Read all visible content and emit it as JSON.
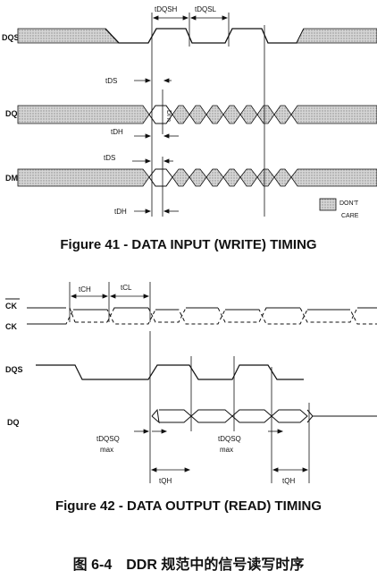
{
  "write": {
    "signals": [
      "DQS",
      "DQ",
      "DM"
    ],
    "timing_labels": {
      "tdqsh": "tDQSH",
      "tdqsl": "tDQSL",
      "tds": "tDS",
      "tdh": "tDH",
      "mid_label": "DI n"
    },
    "legend": {
      "line1": "DON'T",
      "line2": "CARE"
    },
    "caption": "Figure 41 - DATA INPUT (WRITE) TIMING"
  },
  "read": {
    "signals": [
      "CK",
      "CK",
      "DQS",
      "DQ"
    ],
    "timing_labels": {
      "tch": "tCH",
      "tcl": "tCL",
      "tdqsq": "tDQSQ",
      "max": "max",
      "tqh": "tQH"
    },
    "caption": "Figure 42 - DATA OUTPUT (READ) TIMING"
  },
  "figure_caption": "图 6-4　DDR 规范中的信号读写时序",
  "colors": {
    "ink": "#111111",
    "hatch": "#bdbdbd"
  }
}
